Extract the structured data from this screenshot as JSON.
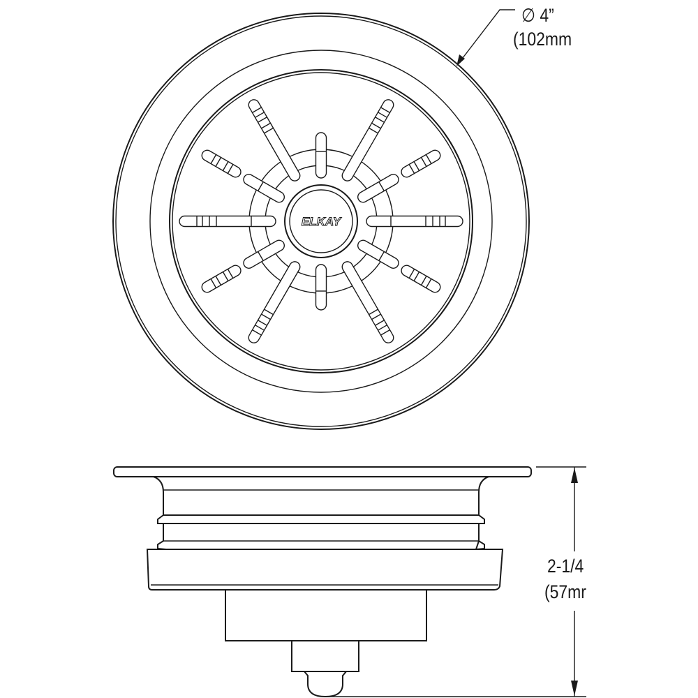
{
  "top_view": {
    "logo_text": "ELKAY",
    "diameter_label": "∅ 4”",
    "diameter_metric": "(102mm"
  },
  "side_view": {
    "height_label": "2-1/4",
    "height_metric": "(57mr"
  }
}
